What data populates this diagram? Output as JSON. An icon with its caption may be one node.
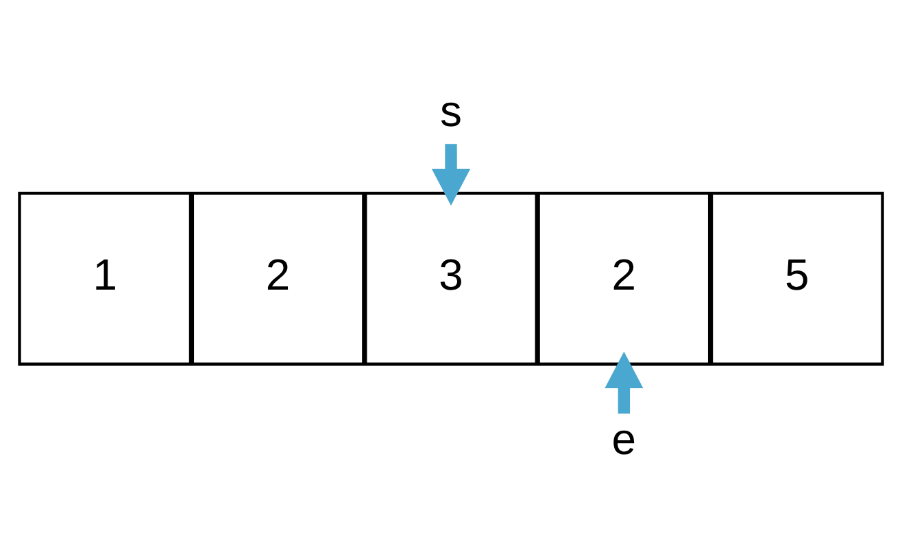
{
  "diagram": {
    "nodes": [
      {
        "text": [
          "1"
        ]
      },
      {
        "text": [
          "2"
        ]
      },
      {
        "text": [
          "3"
        ]
      },
      {
        "text": [
          "2"
        ]
      },
      {
        "text": [
          "5"
        ]
      },
      {
        "text": [
          "s"
        ]
      },
      {
        "text": [
          "e"
        ]
      }
    ],
    "edges": [
      {
        "from": 5,
        "to": 2,
        "arrow": "to"
      },
      {
        "from": 6,
        "to": 3,
        "arrow": "to"
      }
    ]
  }
}
